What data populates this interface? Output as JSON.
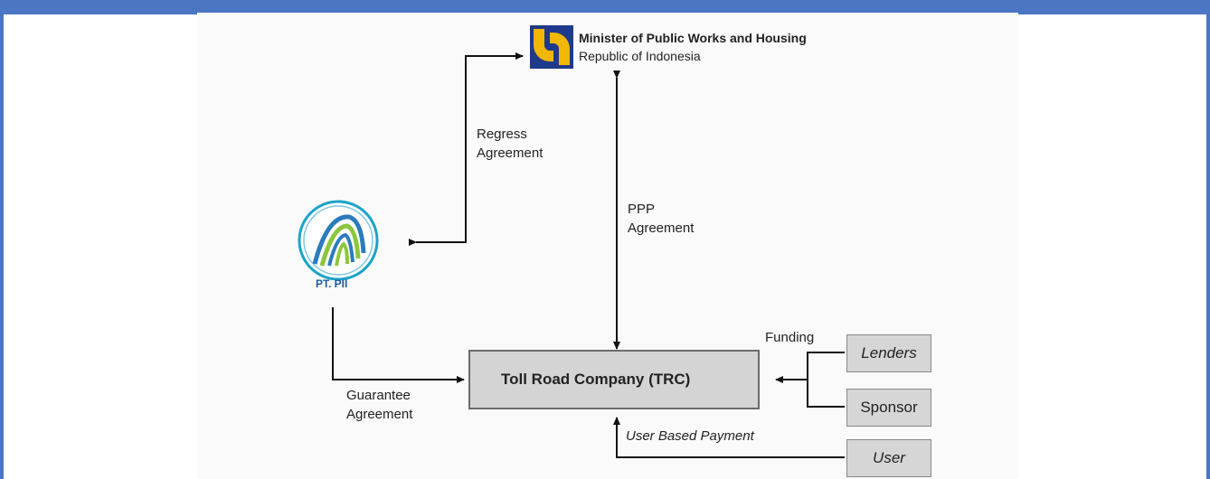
{
  "ministry": {
    "name": "Minister of Public Works and Housing",
    "subtitle": "Republic of Indonesia",
    "logo_icon": "pupr-logo-icon",
    "logo_color": "#f2b705",
    "logo_bg": "#1f3a8a"
  },
  "pii": {
    "label": "PT. PII",
    "logo_icon": "pii-logo-icon"
  },
  "relationships": {
    "regress": [
      "Regress",
      "Agreement"
    ],
    "ppp": [
      "PPP",
      "Agreement"
    ],
    "guarantee": [
      "Guarantee",
      "Agreement"
    ],
    "funding": "Funding",
    "user_payment": "User Based Payment"
  },
  "nodes": {
    "trc": "Toll Road Company (TRC)",
    "lenders": "Lenders",
    "sponsor": "Sponsor",
    "user": "User"
  },
  "colors": {
    "border": "#4a76c4",
    "box_fill": "#d6d6d6",
    "arrow": "#111111"
  }
}
